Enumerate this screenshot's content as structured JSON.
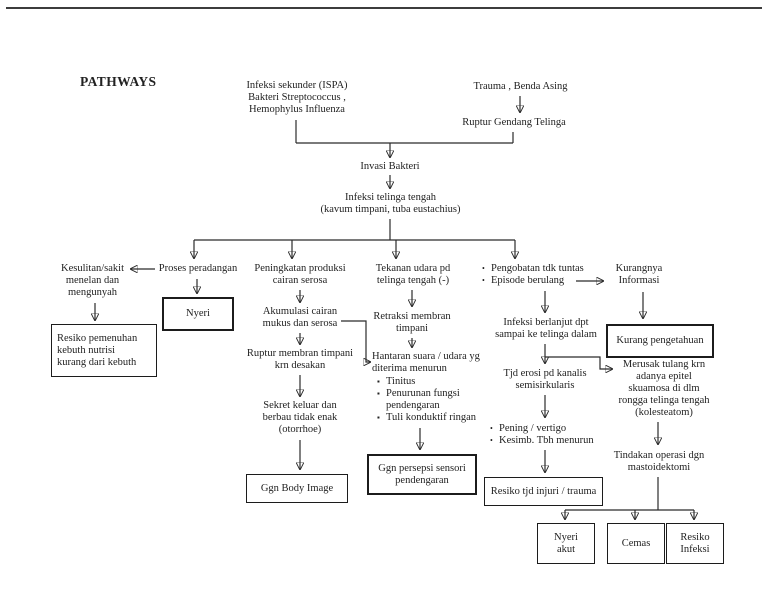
{
  "page": {
    "title": "PATHWAYS"
  },
  "glyphs": {
    "square": "▪",
    "round": "•"
  },
  "colors": {
    "ink": "#222222",
    "line": "#2b2b2b",
    "page_bg": "#ffffff"
  },
  "nodes": {
    "infeksi_sekunder": "Infeksi sekunder (ISPA)\nBakteri Streptococcus ,\nHemophylus Influenza",
    "trauma": "Trauma , Benda Asing",
    "ruptur_gendang": "Ruptur Gendang Telinga",
    "invasi_bakteri": "Invasi Bakteri",
    "infeksi_telinga_tengah": "Infeksi telinga tengah\n(kavum timpani, tuba eustachius)",
    "kesulitan_sakit": "Kesulitan/sakit\nmenelan dan\nmengunyah",
    "proses_peradangan": "Proses peradangan",
    "nyeri": "Nyeri",
    "resiko_pemenuhan": "Resiko pemenuhan\nkebuth nutrisi\nkurang dari kebuth",
    "peningkatan_produksi": "Peningkatan produksi\ncairan serosa",
    "akumulasi_cairan": "Akumulasi cairan\nmukus dan serosa",
    "ruptur_membran": "Ruptur membran timpani\nkrn desakan",
    "sekret_keluar": "Sekret keluar dan\nberbau tidak enak\n(otorrhoe)",
    "ggn_body_image": "Ggn Body Image",
    "tekanan_udara": "Tekanan udara pd\ntelinga tengah (-)",
    "retraksi_membran": "Retraksi membran\ntimpani",
    "hantaran_suara": "Hantaran suara / udara yg\nditerima menurun",
    "hantaran_bullets": [
      "Tinitus",
      "Penurunan fungsi\npendengaran",
      "Tuli konduktif ringan"
    ],
    "ggn_persepsi": "Ggn persepsi sensori\npendengaran",
    "pengobatan_bullets": [
      "Pengobatan tdk tuntas",
      "Episode berulang"
    ],
    "infeksi_berlanjut": "Infeksi berlanjut dpt\nsampai ke telinga dalam",
    "tjd_erosi": "Tjd erosi pd kanalis\nsemisirkularis",
    "pening_bullets": [
      "Pening / vertigo",
      "Kesimb. Tbh menurun"
    ],
    "resiko_injuri": "Resiko tjd injuri / trauma",
    "kurangnya_informasi": "Kurangnya\nInformasi",
    "kurang_pengetahuan": "Kurang pengetahuan",
    "merusak_tulang": "Merusak tulang krn\nadanya epitel\nskuamosa di dlm\nrongga telinga tengah\n(kolesteatom)",
    "tindakan_operasi": "Tindakan operasi dgn\nmastoidektomi",
    "nyeri_akut": "Nyeri\nakut",
    "cemas": "Cemas",
    "resiko_infeksi": "Resiko\nInfeksi"
  }
}
